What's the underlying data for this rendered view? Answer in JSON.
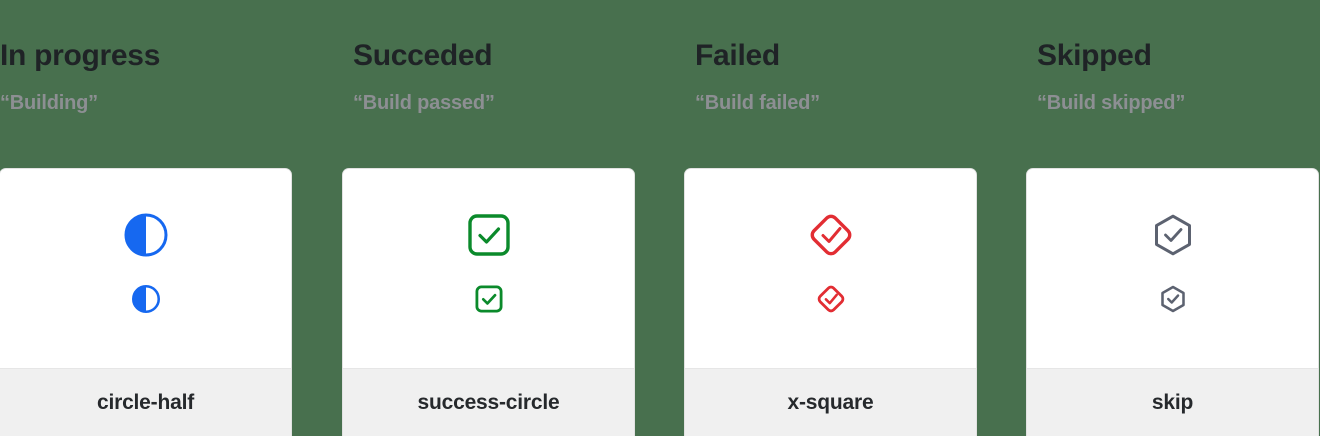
{
  "theme": {
    "page_background": "#48704e",
    "card_background": "#ffffff",
    "card_footer_background": "#f0f0f0",
    "title_color": "#1f2326",
    "subtitle_color": "#8d8f93",
    "footer_label_color": "#26292c"
  },
  "columns": [
    {
      "title": "In progress",
      "subtitle": "“Building”",
      "icon_name": "circle-half-icon",
      "icon_label": "circle-half",
      "icon_color": "#1668f0"
    },
    {
      "title": "Succeded",
      "subtitle": "“Build passed”",
      "icon_name": "success-circle-icon",
      "icon_label": "success-circle",
      "icon_color": "#0b8a2b"
    },
    {
      "title": "Failed",
      "subtitle": "“Build failed”",
      "icon_name": "x-square-icon",
      "icon_label": "x-square",
      "icon_color": "#e22d33"
    },
    {
      "title": "Skipped",
      "subtitle": "“Build skipped”",
      "icon_name": "skip-icon",
      "icon_label": "skip",
      "icon_color": "#5c6270"
    }
  ]
}
